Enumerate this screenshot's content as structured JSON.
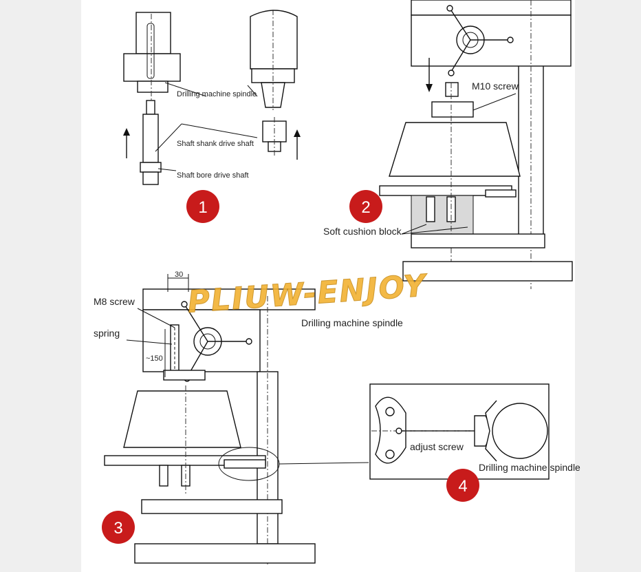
{
  "labels": {
    "spindle_top": "Drilling machine spindle",
    "shank_drive": "Shaft shank drive shaft",
    "bore_drive": "Shaft bore drive shaft",
    "m10": "M10 screw",
    "soft_cushion": "Soft cushion block",
    "m8": "M8 screw",
    "spring": "spring",
    "spindle_mid": "Drilling machine spindle",
    "adjust": "adjust screw",
    "spindle_detail": "Drilling machine spindle",
    "dim_30": "30",
    "dim_150": "~150"
  },
  "steps": [
    "1",
    "2",
    "3",
    "4"
  ],
  "watermark": "PLIUW-ENJOY",
  "colors": {
    "badge": "#c81b1b",
    "watermark": "#f2b233",
    "panel": "#ffffff",
    "bg": "#efefef"
  }
}
